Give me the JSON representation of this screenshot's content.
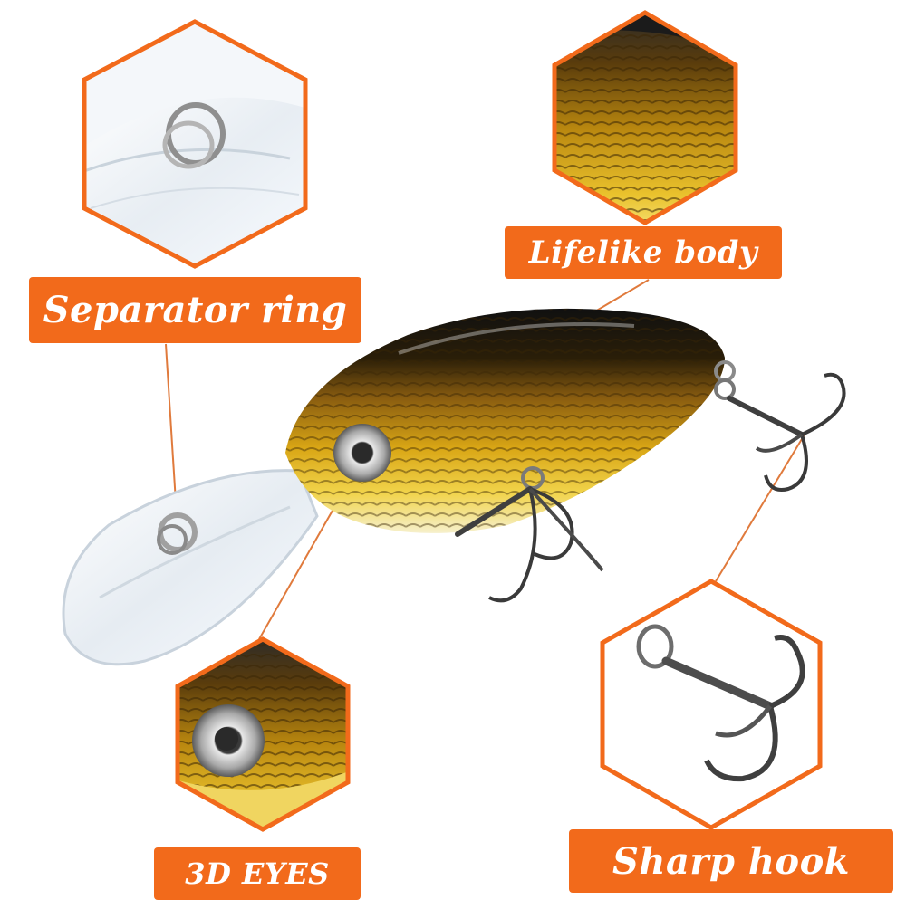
{
  "labels": {
    "separator_ring": "Separator ring",
    "lifelike_body": "Lifelike body",
    "eyes": "3D EYES",
    "sharp_hook": "Sharp hook"
  },
  "colors": {
    "accent": "#f26a1b",
    "body_gold": "#d8a514",
    "body_dark": "#3a2a08",
    "back_black": "#151515"
  }
}
